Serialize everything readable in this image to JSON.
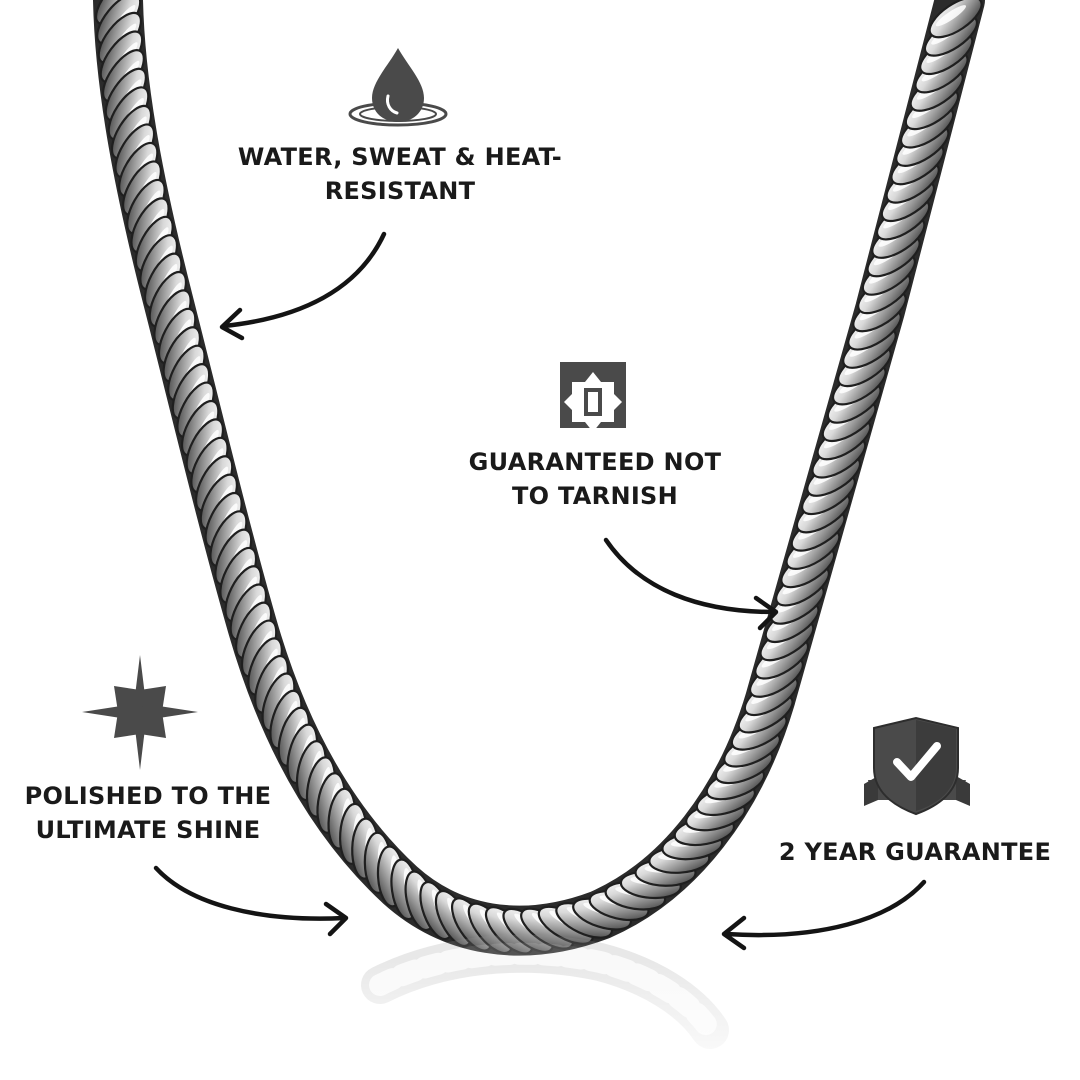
{
  "features": {
    "water": {
      "icon": "water-drop-icon",
      "line1": "WATER, SWEAT & HEAT-",
      "line2": "RESISTANT"
    },
    "tarnish": {
      "icon": "anti-tarnish-icon",
      "line1": "GUARANTEED NOT",
      "line2": "TO TARNISH"
    },
    "shine": {
      "icon": "sparkle-star-icon",
      "line1": "POLISHED TO THE",
      "line2": "ULTIMATE SHINE"
    },
    "guarantee": {
      "icon": "shield-check-icon",
      "line1": "2 YEAR GUARANTEE"
    }
  },
  "colors": {
    "text": "#1a1a1a",
    "icon": "#4a4a4a",
    "arrow": "#141414",
    "chain_light": "#f2f2f2",
    "chain_mid": "#a9a9a9",
    "chain_dark": "#262626"
  }
}
